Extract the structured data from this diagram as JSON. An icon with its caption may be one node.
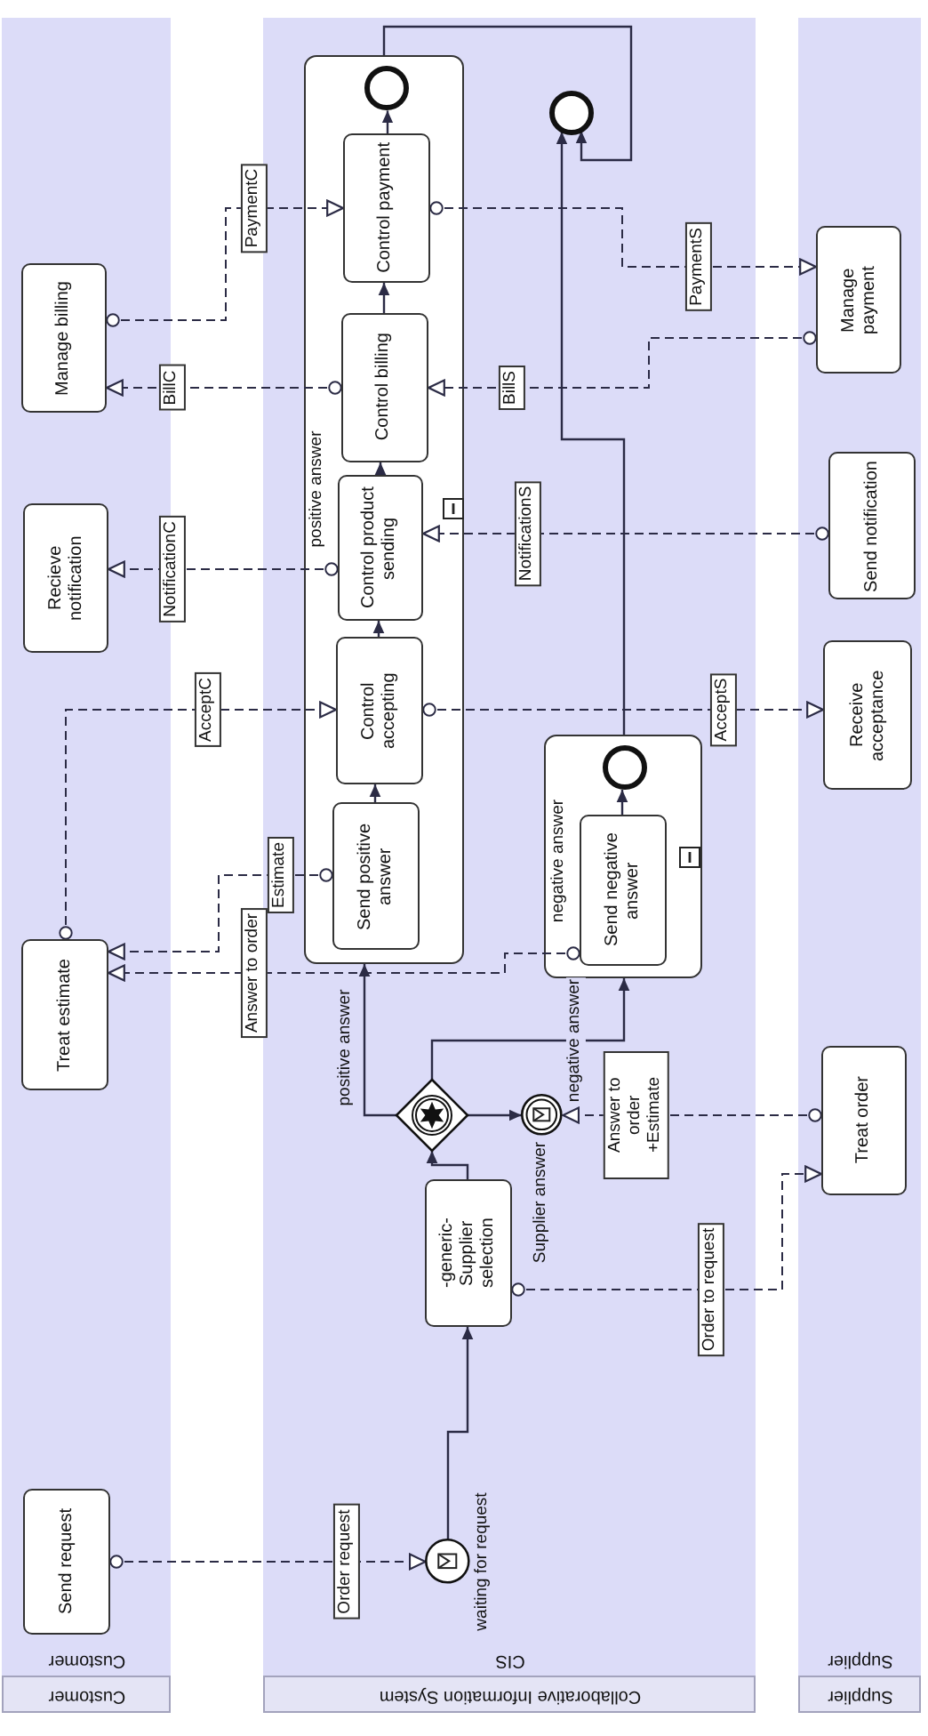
{
  "diagram": {
    "nodes": [
      {
        "text": [
          "Customer"
        ]
      },
      {
        "text": [
          "Customer"
        ],
        "in": 0
      },
      {
        "text": [
          "Send request"
        ],
        "in": 1
      },
      {
        "text": [
          "Treat estimate"
        ],
        "in": 1
      },
      {
        "text": [
          "Recieve notification"
        ],
        "in": 1
      },
      {
        "text": [
          "Manage billing"
        ],
        "in": 1
      },
      {
        "text": [
          "Collaborative Information System"
        ]
      },
      {
        "text": [
          "CIS"
        ],
        "in": 6
      },
      {
        "text": [],
        "shape": "circle",
        "beside": [
          "waiting for request"
        ],
        "in": 7
      },
      {
        "text": [
          "-generic-Supplier selection"
        ],
        "in": 7
      },
      {
        "text": [],
        "shape": "diamond",
        "in": 7
      },
      {
        "text": [],
        "shape": "circle",
        "beside": [
          "Supplier answer"
        ],
        "in": 7
      },
      {
        "text": [
          "positive answer"
        ],
        "in": 7
      },
      {
        "text": [
          "Send positive answer"
        ],
        "in": 12
      },
      {
        "text": [
          "Control accepting"
        ],
        "in": 12
      },
      {
        "text": [
          "Control product sending"
        ],
        "in": 12
      },
      {
        "text": [
          "Control billing"
        ],
        "in": 12
      },
      {
        "text": [
          "Control payment"
        ],
        "in": 12
      },
      {
        "text": [],
        "shape": "circle",
        "in": 12
      },
      {
        "text": [
          "negative answer"
        ],
        "in": 7
      },
      {
        "text": [
          "Send negative answer"
        ],
        "in": 19
      },
      {
        "text": [],
        "shape": "circle",
        "in": 19
      },
      {
        "text": [],
        "shape": "circle",
        "in": 7
      },
      {
        "text": [
          "Supplier"
        ]
      },
      {
        "text": [
          "Supplier"
        ],
        "in": 23
      },
      {
        "text": [
          "Treat order"
        ],
        "in": 24
      },
      {
        "text": [
          "Receive acceptance"
        ],
        "in": 24
      },
      {
        "text": [
          "Send notification"
        ],
        "in": 24
      },
      {
        "text": [
          "Manage payment"
        ],
        "in": 24
      }
    ],
    "edges": [
      {
        "from": 2,
        "to": 8,
        "arrow": "to",
        "label": "Order request",
        "style": "dashed"
      },
      {
        "from": 8,
        "to": 9,
        "arrow": "to"
      },
      {
        "from": 9,
        "to": 10,
        "arrow": "to"
      },
      {
        "from": 9,
        "to": 25,
        "arrow": "to",
        "label": "Order to request",
        "style": "dashed"
      },
      {
        "from": 25,
        "to": 11,
        "arrow": "to",
        "label": "Answer to order +Estimate",
        "style": "dashed"
      },
      {
        "from": 10,
        "to": 11,
        "arrow": "to"
      },
      {
        "from": 10,
        "to": 12,
        "arrow": "to",
        "label": "positive answer"
      },
      {
        "from": 10,
        "to": 19,
        "arrow": "to",
        "label": "negative answer"
      },
      {
        "from": 13,
        "to": 14,
        "arrow": "to"
      },
      {
        "from": 14,
        "to": 15,
        "arrow": "to"
      },
      {
        "from": 15,
        "to": 16,
        "arrow": "to"
      },
      {
        "from": 16,
        "to": 17,
        "arrow": "to"
      },
      {
        "from": 17,
        "to": 18,
        "arrow": "to"
      },
      {
        "from": 20,
        "to": 21,
        "arrow": "to"
      },
      {
        "from": 12,
        "to": 22,
        "arrow": "to"
      },
      {
        "from": 19,
        "to": 22,
        "arrow": "to"
      },
      {
        "from": 13,
        "to": 3,
        "arrow": "to",
        "label": "Estimate",
        "style": "dashed"
      },
      {
        "from": 20,
        "to": 3,
        "arrow": "to",
        "label": "Answer to order",
        "style": "dashed"
      },
      {
        "from": 3,
        "to": 14,
        "arrow": "to",
        "label": "AcceptC",
        "style": "dashed"
      },
      {
        "from": 14,
        "to": 26,
        "arrow": "to",
        "label": "AcceptS",
        "style": "dashed"
      },
      {
        "from": 27,
        "to": 15,
        "arrow": "to",
        "label": "NotificationS",
        "style": "dashed"
      },
      {
        "from": 15,
        "to": 4,
        "arrow": "to",
        "label": "NotificationC",
        "style": "dashed"
      },
      {
        "from": 16,
        "to": 5,
        "arrow": "to",
        "label": "BillC",
        "style": "dashed"
      },
      {
        "from": 5,
        "to": 17,
        "arrow": "to",
        "label": "PaymentC",
        "style": "dashed"
      },
      {
        "from": 28,
        "to": 16,
        "arrow": "to",
        "label": "BillS",
        "style": "dashed"
      },
      {
        "from": 17,
        "to": 28,
        "arrow": "to",
        "label": "PaymentS",
        "style": "dashed"
      }
    ]
  }
}
